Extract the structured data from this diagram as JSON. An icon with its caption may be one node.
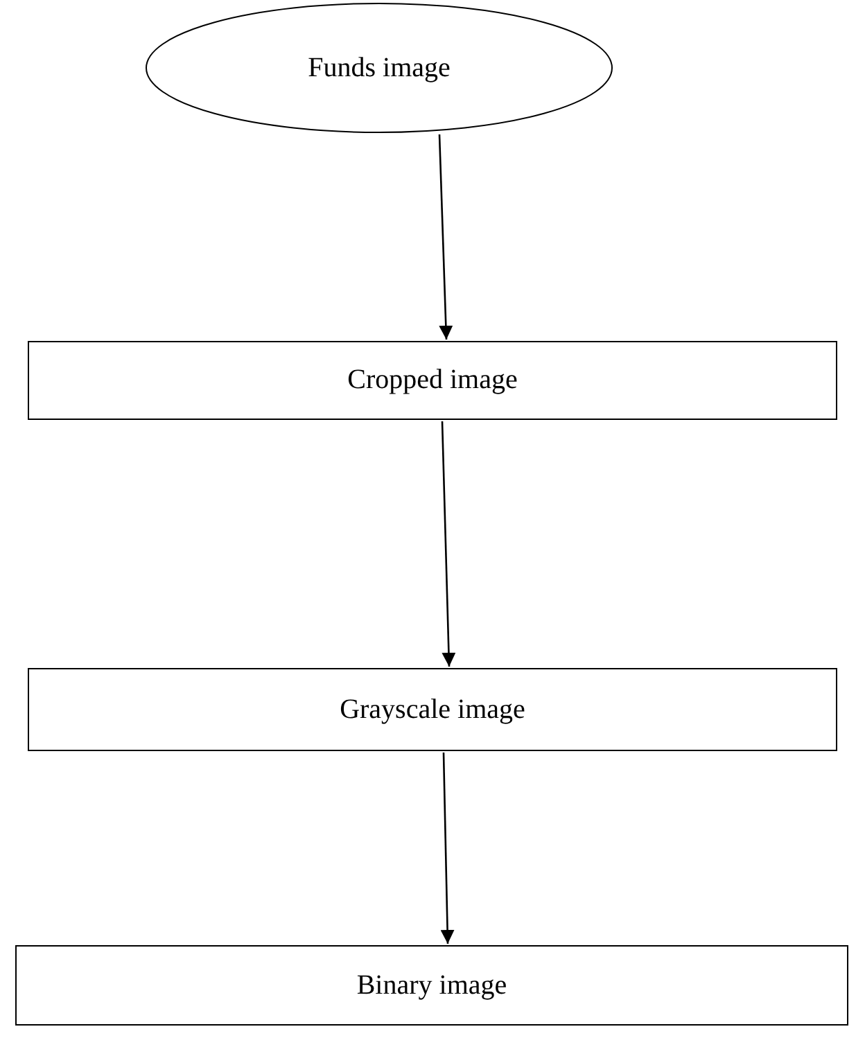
{
  "diagram": {
    "nodes": [
      {
        "text": [
          "Funds image"
        ]
      },
      {
        "text": [
          "Cropped image"
        ]
      },
      {
        "text": [
          "Grayscale image"
        ]
      },
      {
        "text": [
          "Binary image"
        ]
      }
    ],
    "edges": [
      {
        "from": 0,
        "to": 1,
        "arrow": "to"
      },
      {
        "from": 1,
        "to": 2,
        "arrow": "to"
      },
      {
        "from": 2,
        "to": 3,
        "arrow": "to"
      }
    ]
  }
}
